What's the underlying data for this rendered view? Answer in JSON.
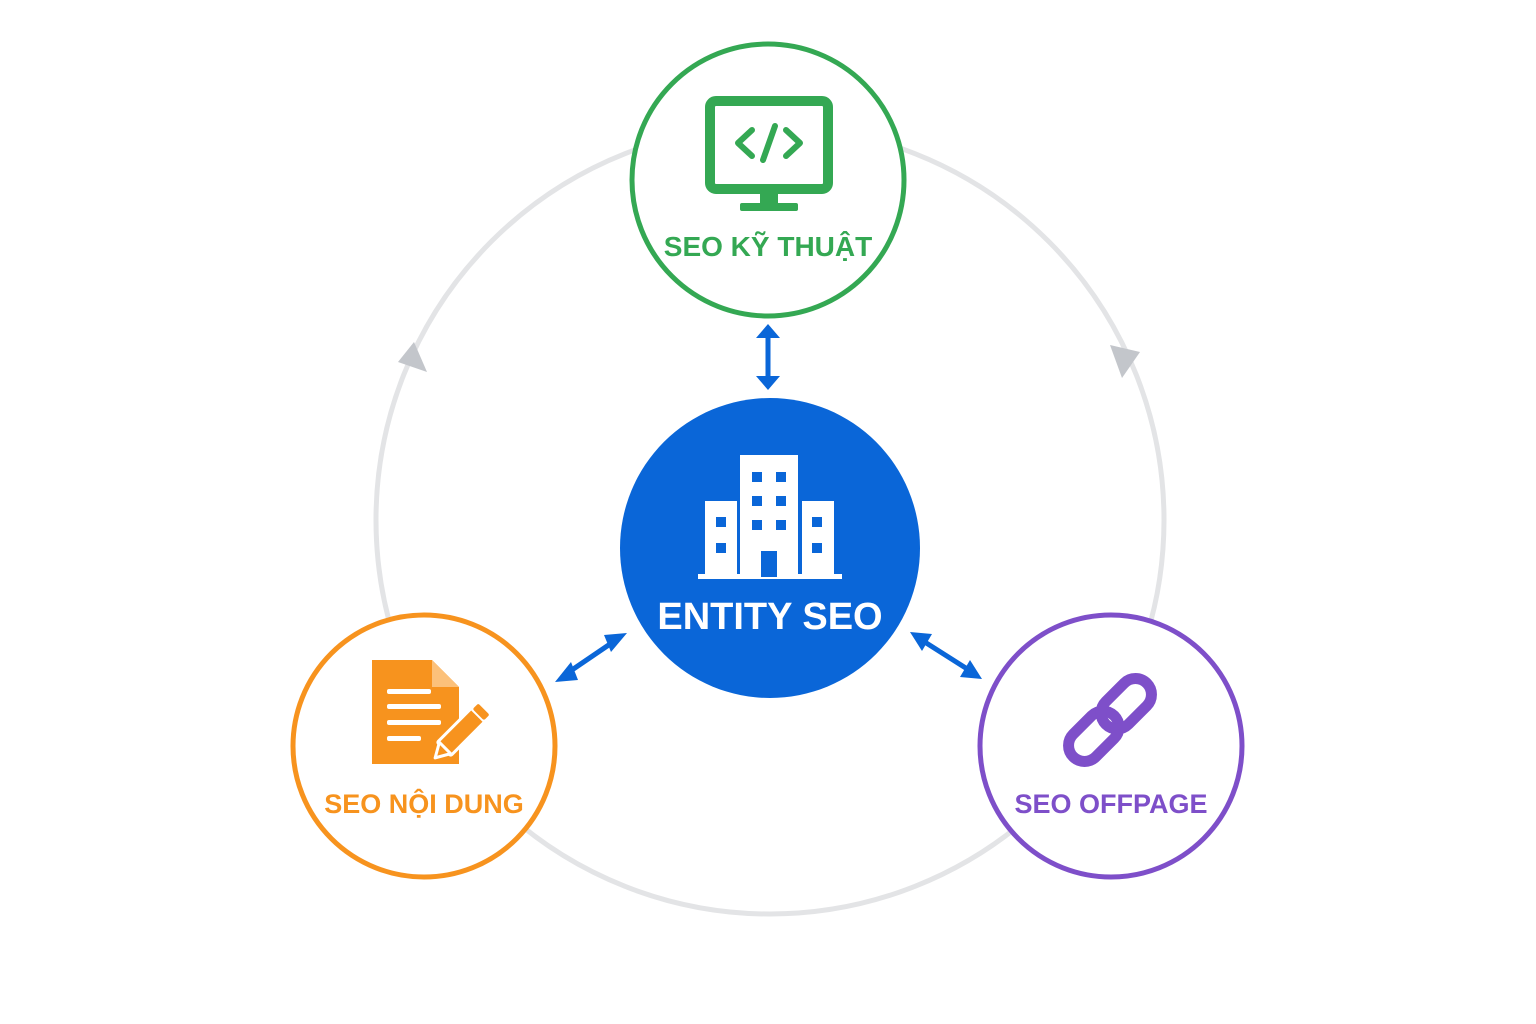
{
  "diagram": {
    "center": {
      "label": "ENTITY SEO",
      "icon": "building-icon",
      "color": "#0a66d8"
    },
    "nodes": [
      {
        "key": "technical",
        "label": "SEO KỸ THUẬT",
        "icon": "code-monitor-icon",
        "color": "#34a853"
      },
      {
        "key": "content",
        "label": "SEO NỘI DUNG",
        "icon": "document-pencil-icon",
        "color": "#f7931e"
      },
      {
        "key": "offpage",
        "label": "SEO OFFPAGE",
        "icon": "chain-link-icon",
        "color": "#7e4fc9"
      }
    ],
    "ring_color": "#e3e4e6",
    "ring_arrow_color": "#c3c6cb",
    "connector_color": "#0a66d8"
  }
}
